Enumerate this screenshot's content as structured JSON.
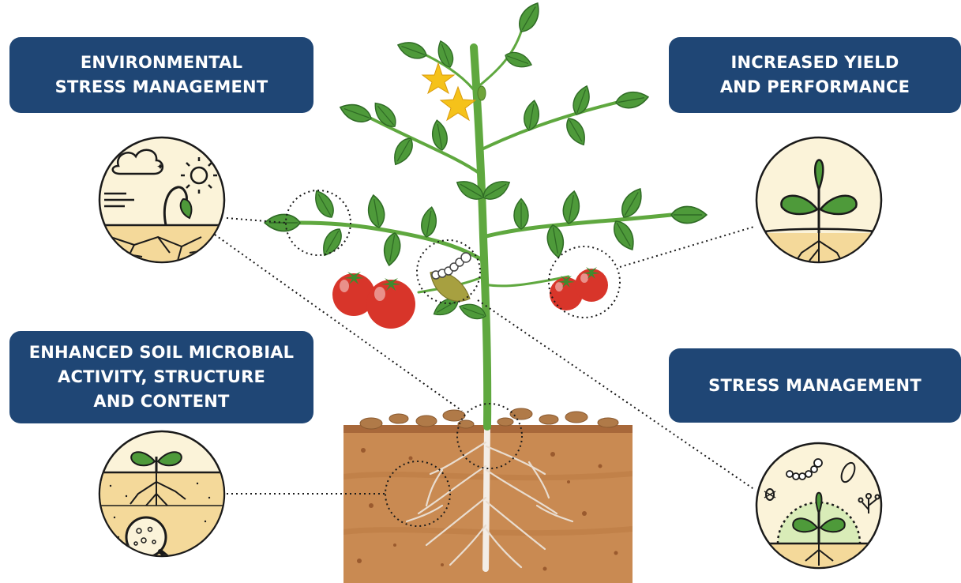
{
  "labels": {
    "environmental": [
      "ENVIRONMENTAL",
      "STRESS MANAGEMENT"
    ],
    "yield": [
      "INCREASED YIELD",
      "AND PERFORMANCE"
    ],
    "soil": [
      "ENHANCED SOIL MICROBIAL",
      "ACTIVITY, STRUCTURE",
      "AND CONTENT"
    ],
    "stress": [
      "STRESS MANAGEMENT"
    ]
  },
  "icons": {
    "environmental": "weather-stress-icon",
    "yield": "healthy-seedling-icon",
    "soil": "soil-microbe-magnifier-icon",
    "stress": "pest-protection-icon"
  },
  "colors": {
    "label_background": "#1f4675",
    "label_text": "#ffffff",
    "icon_background": "#fbf3d9",
    "soil": "#c98a52",
    "leaf": "#4e9a3a",
    "tomato": "#d8352a",
    "flower": "#f5c21a"
  }
}
